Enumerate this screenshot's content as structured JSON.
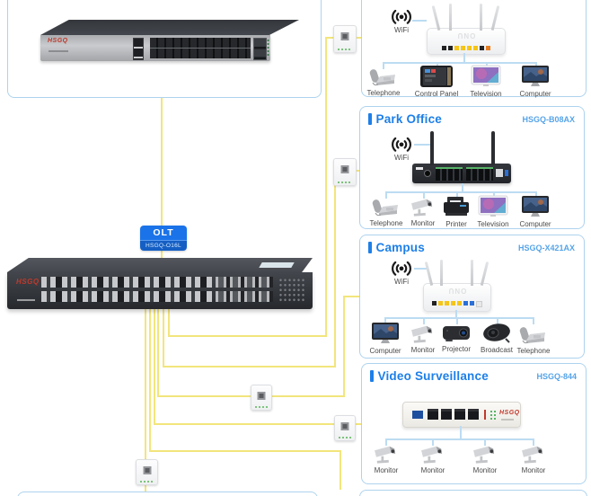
{
  "olt_badge": {
    "label": "OLT",
    "model": "HSGQ-O16L"
  },
  "brands": {
    "core_switch": "HSGQ",
    "olt": "HSGQ",
    "vs_onu": "HSGQ",
    "onu_mark": "ONU"
  },
  "panels": [
    {
      "title": "",
      "model": "",
      "wifi": "WiFi",
      "devices": [
        {
          "icon": "telephone",
          "label": "Telephone"
        },
        {
          "icon": "control-panel",
          "label": "Control Panel"
        },
        {
          "icon": "television",
          "label": "Television"
        },
        {
          "icon": "computer",
          "label": "Computer"
        }
      ]
    },
    {
      "title": "Park Office",
      "model": "HSGQ-B08AX",
      "wifi": "WiFi",
      "devices": [
        {
          "icon": "telephone",
          "label": "Telephone"
        },
        {
          "icon": "cctv-camera",
          "label": "Monitor"
        },
        {
          "icon": "printer",
          "label": "Printer"
        },
        {
          "icon": "television",
          "label": "Television"
        },
        {
          "icon": "computer",
          "label": "Computer"
        }
      ]
    },
    {
      "title": "Campus",
      "model": "HSGQ-X421AX",
      "wifi": "WiFi",
      "devices": [
        {
          "icon": "computer",
          "label": "Computer"
        },
        {
          "icon": "cctv-camera",
          "label": "Monitor"
        },
        {
          "icon": "projector",
          "label": "Projector"
        },
        {
          "icon": "broadcast-speaker",
          "label": "Broadcast"
        },
        {
          "icon": "telephone",
          "label": "Telephone"
        }
      ]
    },
    {
      "title": "Video Surveillance",
      "model": "HSGQ-844",
      "devices": [
        {
          "icon": "cctv-camera",
          "label": "Monitor"
        },
        {
          "icon": "cctv-camera",
          "label": "Monitor"
        },
        {
          "icon": "cctv-camera",
          "label": "Monitor"
        },
        {
          "icon": "cctv-camera",
          "label": "Monitor"
        }
      ]
    }
  ],
  "colors": {
    "fiber_line": "#f2e57c",
    "lan_line": "#bcdcf2",
    "panel_border": "#aed3ee",
    "title_blue": "#1d7fe8",
    "model_blue": "#56a4e8",
    "badge_blue": "#1a73e8",
    "brand_red": "#c0392b"
  }
}
